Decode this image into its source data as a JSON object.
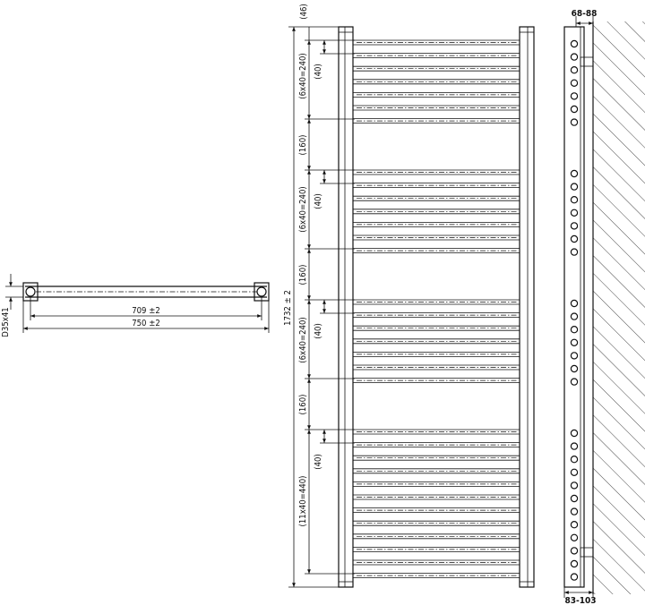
{
  "top_view": {
    "width_label": "709 ±2",
    "overall_label": "750 ±2",
    "tube_label": "D35x41"
  },
  "front_view": {
    "height_label": "1732 ± 2",
    "top_gap_label": "(46)",
    "groups": [
      {
        "span_label": "(6x40=240)",
        "pitch_label": "(40)"
      },
      {
        "span_label": "(6x40=240)",
        "pitch_label": "(40)"
      },
      {
        "span_label": "(6x40=240)",
        "pitch_label": "(40)"
      },
      {
        "span_label": "(11x40=440)",
        "pitch_label": "(40)"
      }
    ],
    "gap_labels": [
      "(160)",
      "(160)",
      "(160)"
    ]
  },
  "side_view": {
    "depth_top_label": "68-88",
    "depth_bottom_label": "83-103"
  }
}
